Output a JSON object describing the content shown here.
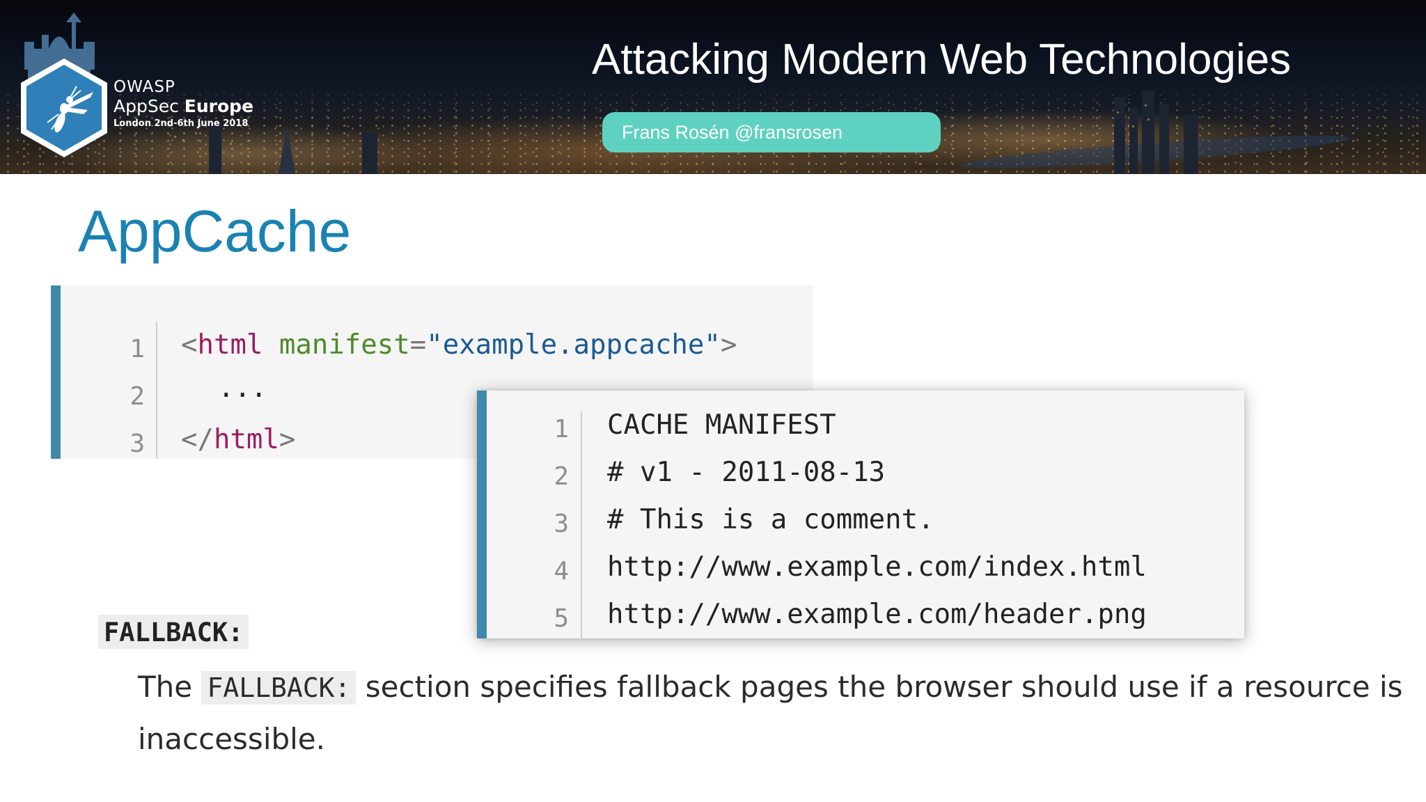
{
  "banner": {
    "logo": {
      "brand": "OWASP",
      "event_prefix": "AppSec",
      "event_suffix": "Europe",
      "date": "London 2nd-6th June 2018",
      "icon": "wasp-hexagon-icon"
    },
    "talk_title": "Attacking Modern Web Technologies",
    "speaker": "Frans Rosén @fransrosen",
    "colors": {
      "accent": "#5fd1c0",
      "hexagon": "#2f7fb8"
    }
  },
  "slide": {
    "title": "AppCache",
    "title_color": "#1a82b3"
  },
  "code_block_1": {
    "line_numbers": [
      "1",
      "2",
      "3"
    ],
    "line1": {
      "open": "<",
      "tag": "html",
      "attr": "manifest",
      "eq": "=",
      "value": "\"example.appcache\"",
      "close": ">"
    },
    "line2": "...",
    "line3": {
      "open": "</",
      "tag": "html",
      "close": ">"
    }
  },
  "code_block_2": {
    "line_numbers": [
      "1",
      "2",
      "3",
      "4",
      "5"
    ],
    "lines": [
      "CACHE MANIFEST",
      "# v1 - 2011-08-13",
      "# This is a comment.",
      "http://www.example.com/index.html",
      "http://www.example.com/header.png"
    ]
  },
  "fallback": {
    "label": "FALLBACK:",
    "desc_before": "The",
    "desc_code": "FALLBACK:",
    "desc_after": "section specifies fallback pages the browser should use if a resource is inaccessible."
  }
}
